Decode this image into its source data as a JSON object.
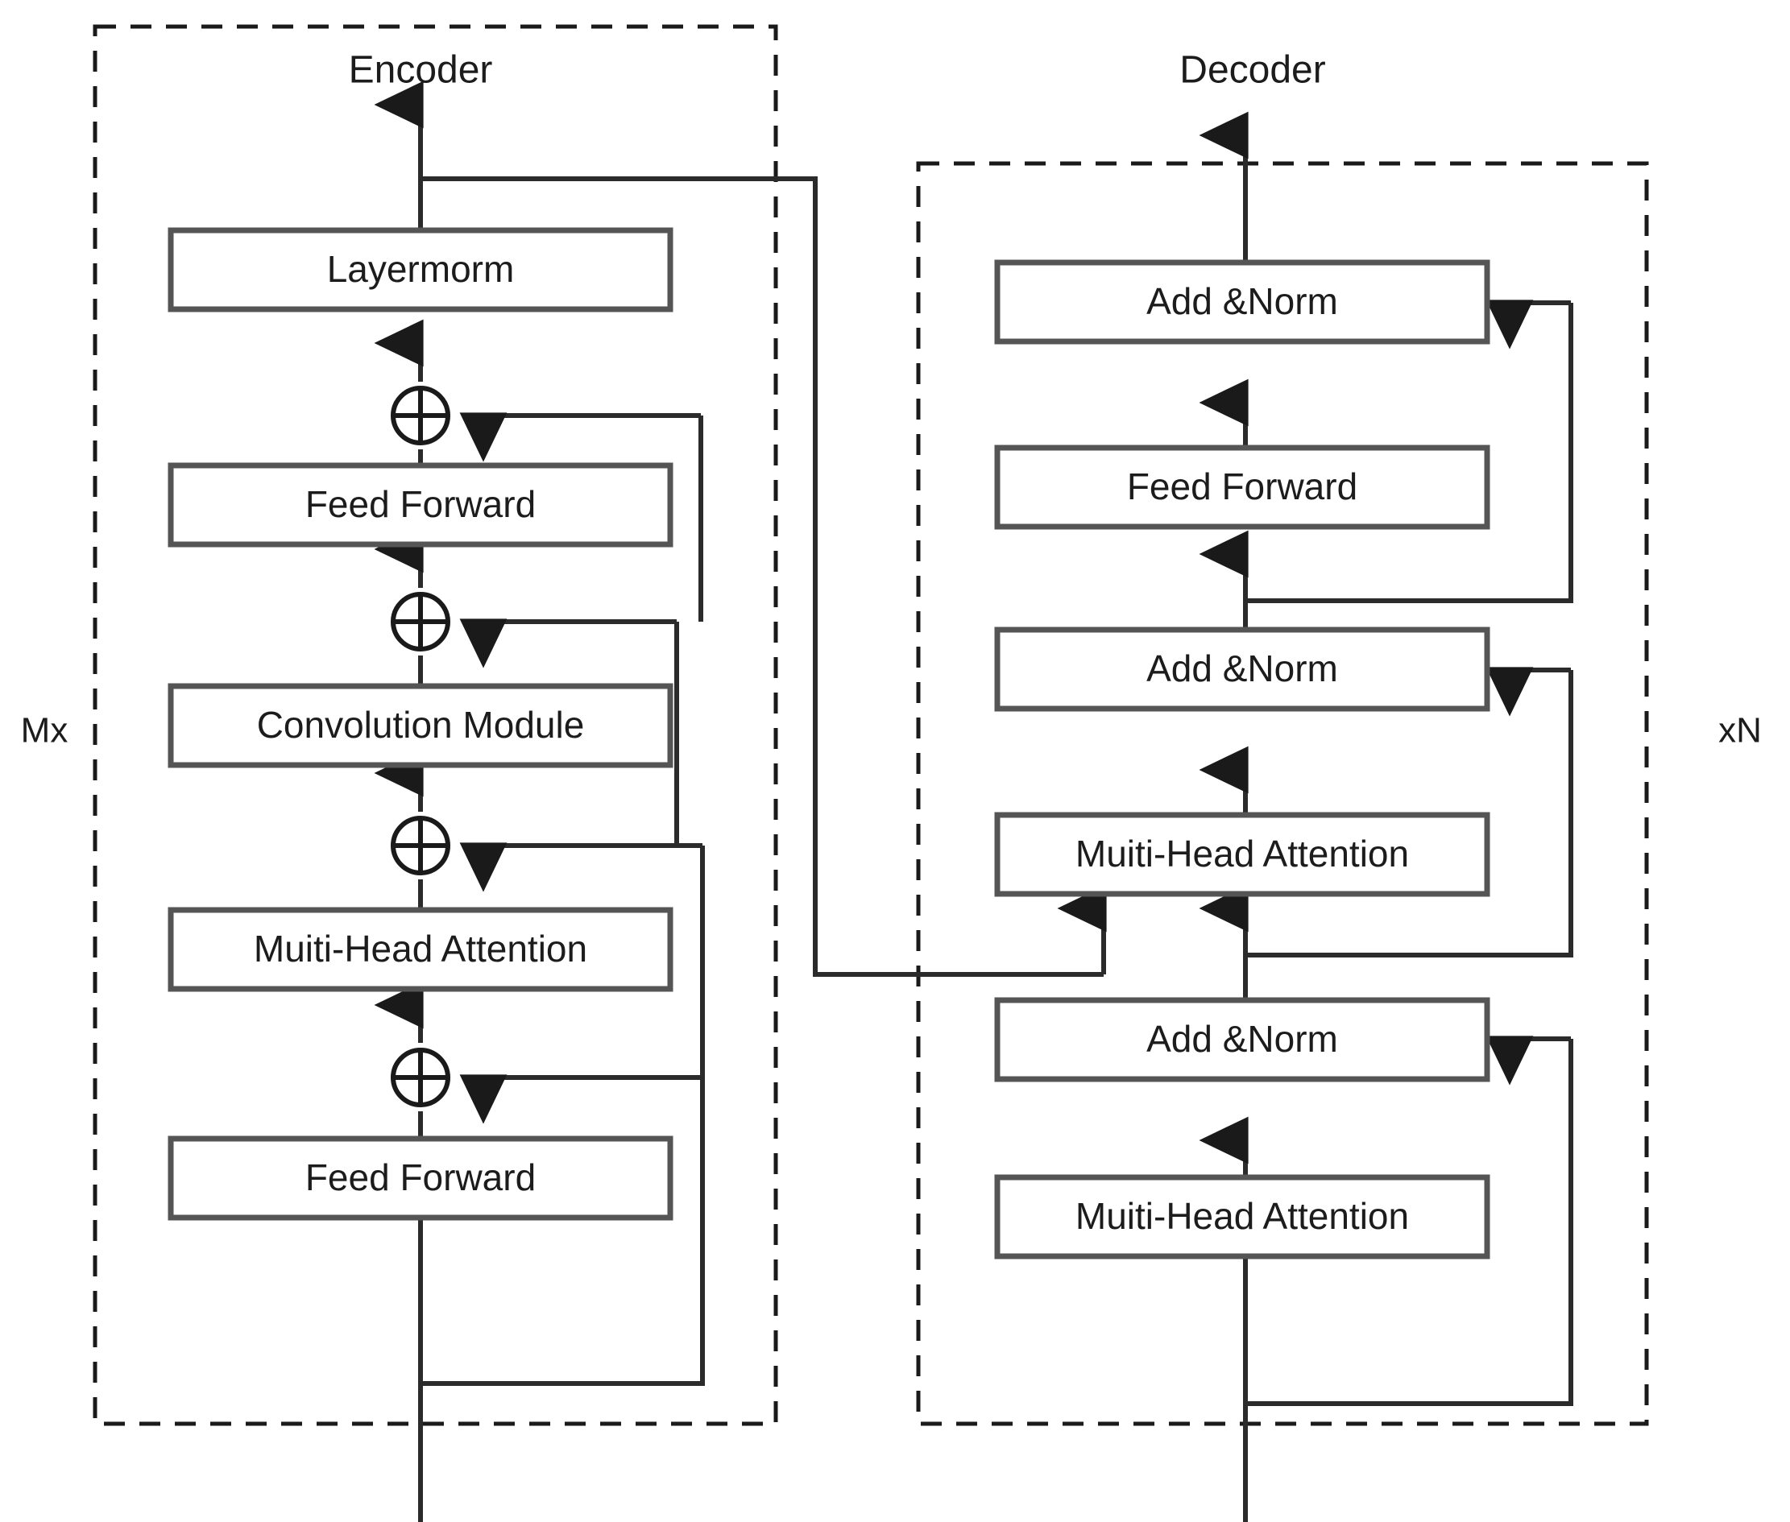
{
  "diagram": {
    "title_encoder": "Encoder",
    "title_decoder": "Decoder",
    "repeat_left": "Mx",
    "repeat_right": "xN",
    "colors": {
      "line": "#2b2b2b",
      "box_stroke": "#555555",
      "box_fill": "#ffffff",
      "text": "#1c1c1c",
      "dashed": "#1a1a1a",
      "background": "#ffffff"
    }
  },
  "encoder": {
    "label": "Encoder",
    "repeat": "Mx",
    "blocks": [
      {
        "id": "enc-layernorm",
        "label": "Layermorm"
      },
      {
        "id": "enc-feed-forward-top",
        "label": "Feed Forward"
      },
      {
        "id": "enc-convolution-module",
        "label": "Convolution Module"
      },
      {
        "id": "enc-multi-head-attention",
        "label": "Muiti-Head Attention"
      },
      {
        "id": "enc-feed-forward-bottom",
        "label": "Feed Forward"
      }
    ],
    "adders": [
      {
        "id": "enc-add-1",
        "symbol": "plus-circle"
      },
      {
        "id": "enc-add-2",
        "symbol": "plus-circle"
      },
      {
        "id": "enc-add-3",
        "symbol": "plus-circle"
      },
      {
        "id": "enc-add-4",
        "symbol": "plus-circle"
      }
    ]
  },
  "decoder": {
    "label": "Decoder",
    "repeat": "xN",
    "blocks": [
      {
        "id": "dec-add-norm-top",
        "label": "Add &Norm"
      },
      {
        "id": "dec-feed-forward",
        "label": "Feed Forward"
      },
      {
        "id": "dec-add-norm-mid",
        "label": "Add &Norm"
      },
      {
        "id": "dec-cross-attention",
        "label": "Muiti-Head Attention"
      },
      {
        "id": "dec-add-norm-bottom",
        "label": "Add &Norm"
      },
      {
        "id": "dec-self-attention",
        "label": "Muiti-Head Attention"
      }
    ]
  },
  "chart_data": {
    "type": "diagram",
    "title": "Encoder-Decoder Transformer Architecture",
    "nodes": [
      {
        "stack": "encoder",
        "order": 1,
        "label": "Feed Forward"
      },
      {
        "stack": "encoder",
        "order": 2,
        "label": "Muiti-Head Attention"
      },
      {
        "stack": "encoder",
        "order": 3,
        "label": "Convolution Module"
      },
      {
        "stack": "encoder",
        "order": 4,
        "label": "Feed Forward"
      },
      {
        "stack": "encoder",
        "order": 5,
        "label": "Layermorm"
      },
      {
        "stack": "decoder",
        "order": 1,
        "label": "Muiti-Head Attention"
      },
      {
        "stack": "decoder",
        "order": 2,
        "label": "Add &Norm"
      },
      {
        "stack": "decoder",
        "order": 3,
        "label": "Muiti-Head Attention"
      },
      {
        "stack": "decoder",
        "order": 4,
        "label": "Add &Norm"
      },
      {
        "stack": "decoder",
        "order": 5,
        "label": "Feed Forward"
      },
      {
        "stack": "decoder",
        "order": 6,
        "label": "Add &Norm"
      }
    ],
    "annotations": [
      "Encoder",
      "Decoder",
      "Mx",
      "xN"
    ]
  }
}
